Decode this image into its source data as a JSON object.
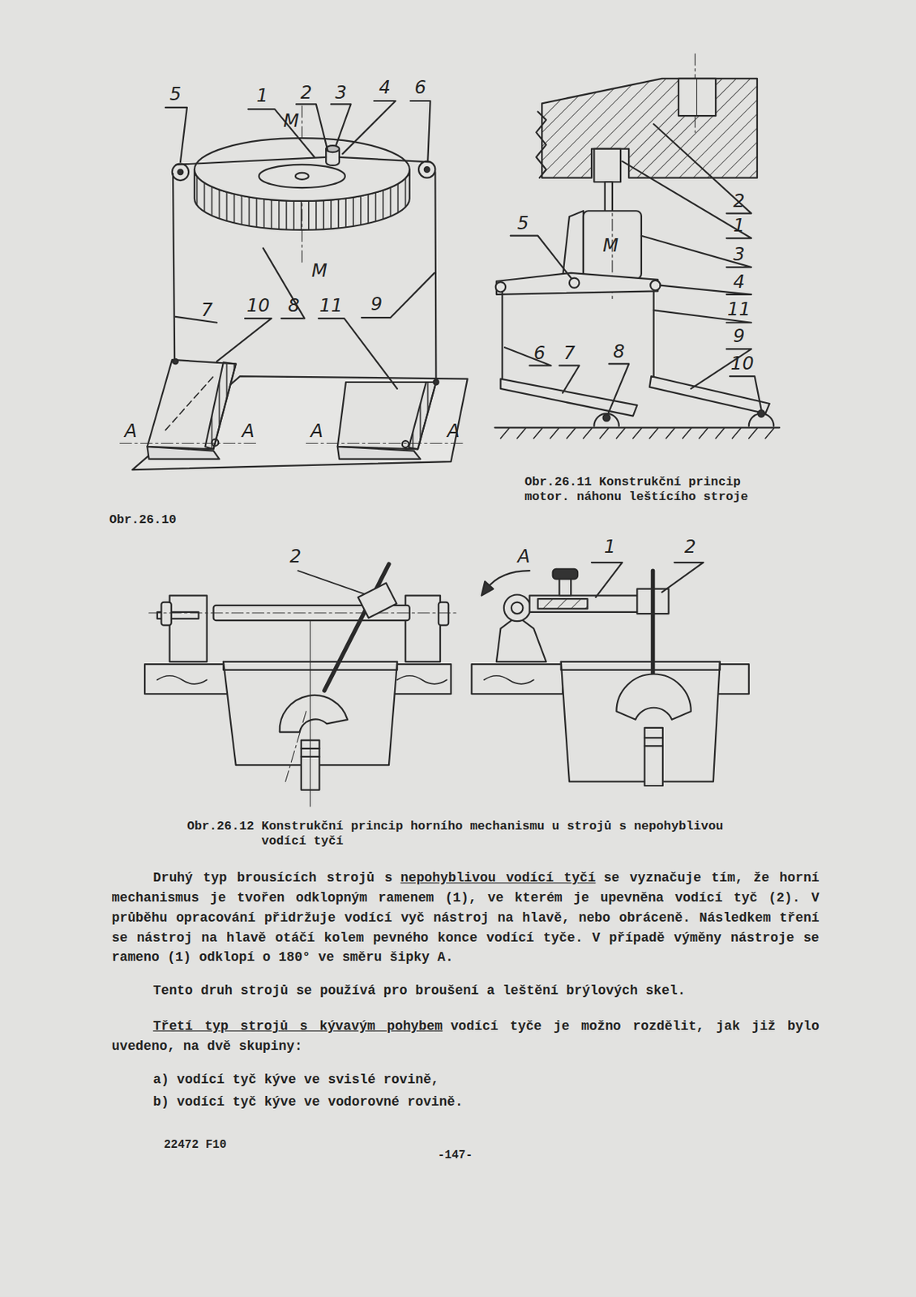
{
  "diagram": {
    "labels": [
      "5",
      "1",
      "2",
      "3",
      "4",
      "6",
      "M",
      "M",
      "7",
      "10",
      "8",
      "11",
      "9",
      "A",
      "A",
      "A",
      "A",
      "Obr.26.10",
      "2",
      "1",
      "3",
      "4",
      "11",
      "9",
      "10",
      "5",
      "M",
      "6",
      "7",
      "8",
      "Obr.26.11 Konstrukční princip motor. náhonu leštícího stroje",
      "2",
      "A",
      "1",
      "2",
      "Obr.26.12 Konstrukční princip horního mechanismu u strojů s nepohyblivou vodící tyčí",
      "Druhý typ brousících strojů s",
      "nepohyblivou vodící tyčí",
      "se vyznačuje tím, že horní mechanismus je tvořen odklopným ramenem (1), ve kterém je upevněna vodící tyč (2). V průběhu opracování přidržuje vodící vyč nástroj na hlavě, nebo obráceně. Následkem tření se nástroj na hlavě otáčí kolem pevného konce vodící tyče. V případě výměny nástroje se rameno (1) odklopí o 180° ve směru šipky A.",
      "Tento druh strojů se používá pro broušení a leštění brýlových skel.",
      "Třetí typ strojů s kývavým pohybem",
      "vodící tyče je možno rozdělit, jak již bylo uvedeno, na dvě skupiny:",
      "a) vodící tyč kýve ve svislé rovině,",
      "b) vodící tyč kýve ve vodorovné rovině.",
      "22472 F10",
      "-147-"
    ]
  }
}
